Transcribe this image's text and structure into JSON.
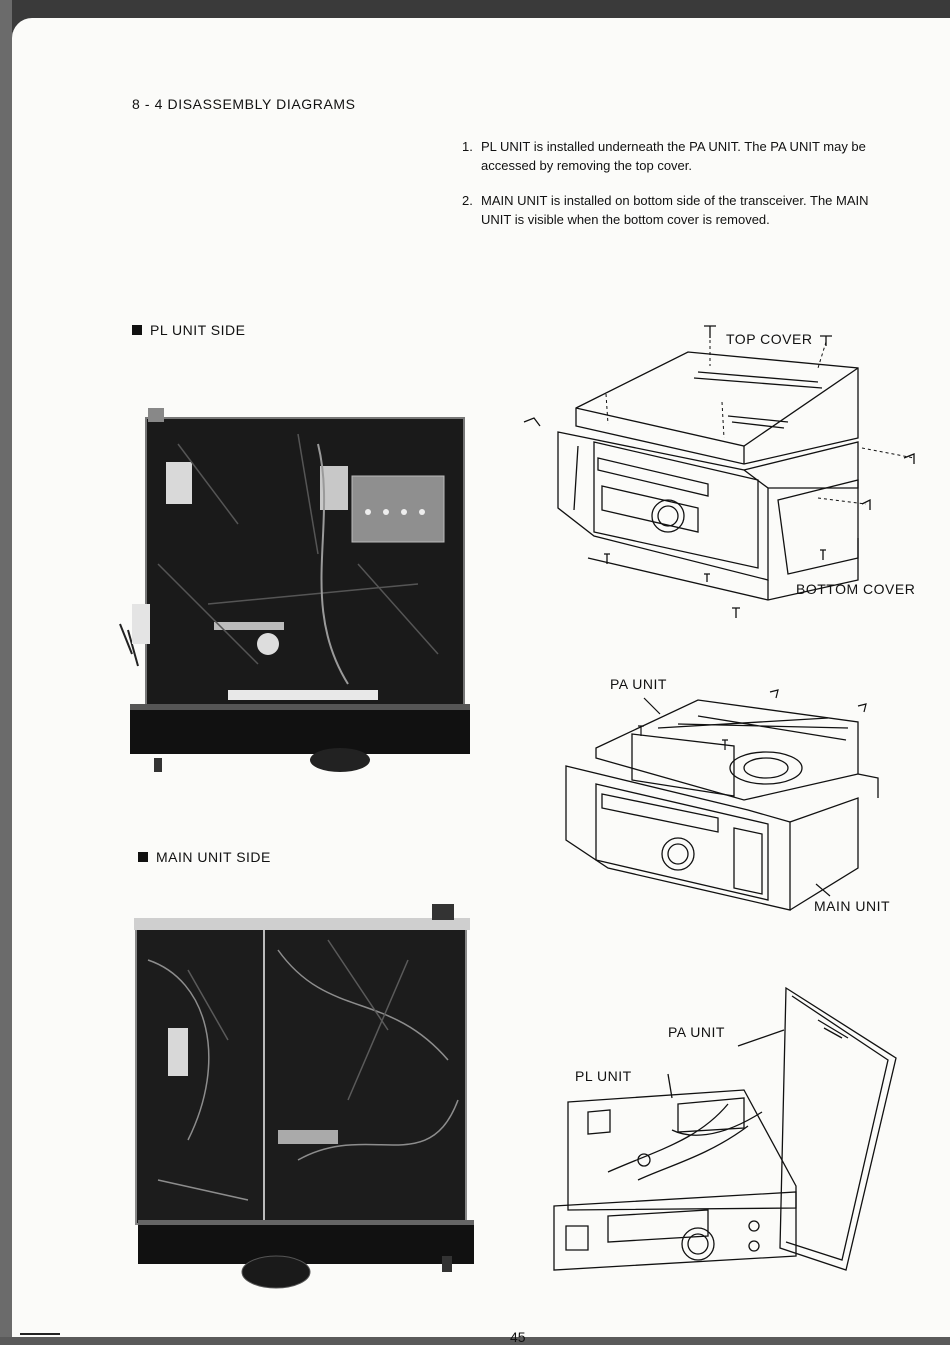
{
  "document": {
    "section_heading": "8 - 4   DISASSEMBLY DIAGRAMS",
    "page_number": "45"
  },
  "notes": [
    {
      "num": "1.",
      "text": "PL UNIT is installed underneath the PA UNIT.  The PA UNIT may be accessed by removing the top cover."
    },
    {
      "num": "2.",
      "text": "MAIN UNIT is installed on bottom side of the transceiver.  The MAIN UNIT is visible when the bottom cover is removed."
    }
  ],
  "photos": {
    "pl_unit_side": {
      "label": "PL UNIT SIDE"
    },
    "main_unit_side": {
      "label": "MAIN UNIT SIDE"
    }
  },
  "diagrams": {
    "covers": {
      "top_cover": "TOP COVER",
      "bottom_cover": "BOTTOM COVER"
    },
    "units": {
      "pa_unit": "PA UNIT",
      "main_unit": "MAIN UNIT"
    },
    "hinged": {
      "pa_unit": "PA UNIT",
      "pl_unit": "PL UNIT"
    }
  }
}
